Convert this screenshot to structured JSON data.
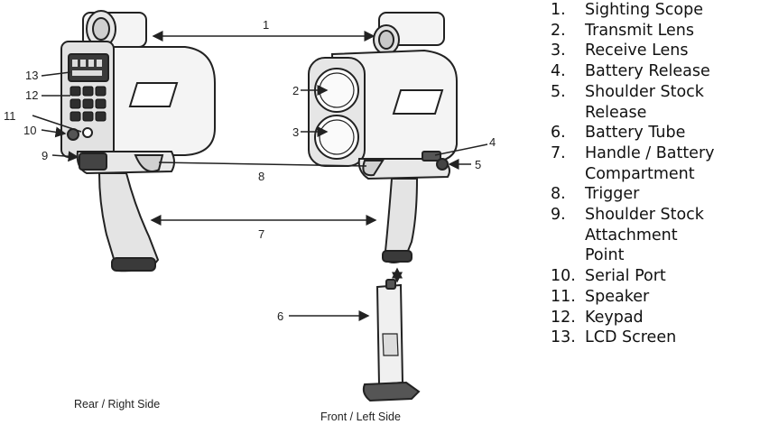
{
  "callouts": {
    "c1": "1",
    "c2": "2",
    "c3": "3",
    "c4": "4",
    "c5": "5",
    "c6": "6",
    "c7": "7",
    "c8": "8",
    "c9": "9",
    "c10": "10",
    "c11": "11",
    "c12": "12",
    "c13": "13"
  },
  "captions": {
    "rear": "Rear / Right Side",
    "front": "Front / Left Side"
  },
  "legend": [
    {
      "num": "1.",
      "lines": [
        "Sighting Scope"
      ]
    },
    {
      "num": "2.",
      "lines": [
        "Transmit Lens"
      ]
    },
    {
      "num": "3.",
      "lines": [
        "Receive Lens"
      ]
    },
    {
      "num": "4.",
      "lines": [
        "Battery Release"
      ]
    },
    {
      "num": "5.",
      "lines": [
        "Shoulder Stock",
        "Release"
      ]
    },
    {
      "num": "6.",
      "lines": [
        "Battery Tube"
      ]
    },
    {
      "num": "7.",
      "lines": [
        "Handle / Battery",
        "Compartment"
      ]
    },
    {
      "num": "8.",
      "lines": [
        "Trigger"
      ]
    },
    {
      "num": "9.",
      "lines": [
        "Shoulder Stock",
        "Attachment",
        "Point"
      ]
    },
    {
      "num": "10.",
      "lines": [
        "Serial Port"
      ]
    },
    {
      "num": "11.",
      "lines": [
        "Speaker"
      ]
    },
    {
      "num": "12.",
      "lines": [
        "Keypad"
      ]
    },
    {
      "num": "13.",
      "lines": [
        "LCD Screen"
      ]
    }
  ]
}
